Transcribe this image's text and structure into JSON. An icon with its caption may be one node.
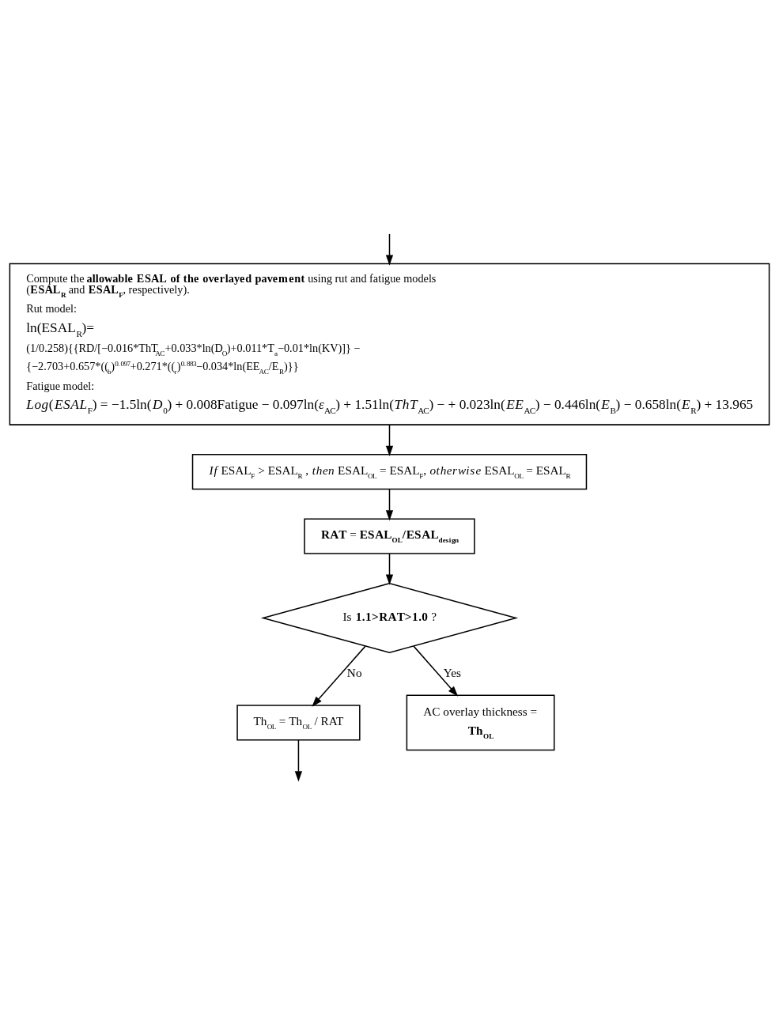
{
  "diagram": {
    "nodes": [
      {
        "text": [
          "Compute the **allowable ESAL of the overlayed pavement** using rut and fatigue models (**ESAL$_{R}$** and **ESAL$_{F}$**, respectively).",
          "Rut model:",
          "ln(ESAL$_{R}$)=",
          "(1/0.258){{RD/[−0.016*ThT$_{AC}$+0.033*ln(D$_{O}$)+0.011*T$_{a}$−0.01*ln(KV)]} −",
          "{−2.703+0.657*(($_{b}$)$^{0.097}$+0.271*(($_{r}$)$^{0.883}$−0.034*ln(EE$_{AC}$/E$_{R}$)}}",
          "Fatigue model:",
          "*Log*(*ESAL*$_{F}$) = −1.5ln(*D*$_{0}$) + 0.008Fatigue − 0.097ln(*ε*$_{AC}$) + 1.51ln(*ThT*$_{AC}$) − + 0.023ln(*EE*$_{AC}$) − 0.446ln(*E*$_{B}$) − 0.658ln(*E*$_{R}$) + 13.965"
        ]
      },
      {
        "text": [
          "*If* ESAL$_{F}$ > ESAL$_{R}$ , *then* ESAL$_{OL}$ = ESAL$_{F}$, *otherwise* ESAL$_{OL}$ = ESAL$_{R}$"
        ]
      },
      {
        "text": [
          "**RAT** = **ESAL$_{OL}$/ESAL$_{design}$**"
        ]
      },
      {
        "text": [
          "Is **1.1>RAT>1.0** ?"
        ]
      },
      {
        "text": [
          "Th$_{OL}$ = Th$_{OL}$ / RAT"
        ]
      },
      {
        "text": [
          "AC overlay thickness =",
          "**Th$_{OL}$**"
        ]
      }
    ],
    "edges": [
      {
        "from": null,
        "to": 0,
        "arrow": "to"
      },
      {
        "from": 0,
        "to": 1,
        "arrow": "to"
      },
      {
        "from": 1,
        "to": 2,
        "arrow": "to"
      },
      {
        "from": 2,
        "to": 3,
        "arrow": "to"
      },
      {
        "from": 3,
        "to": 4,
        "arrow": "to",
        "label": "No"
      },
      {
        "from": 3,
        "to": 5,
        "arrow": "to",
        "label": "Yes"
      },
      {
        "from": 4,
        "to": null,
        "arrow": "to"
      }
    ]
  }
}
